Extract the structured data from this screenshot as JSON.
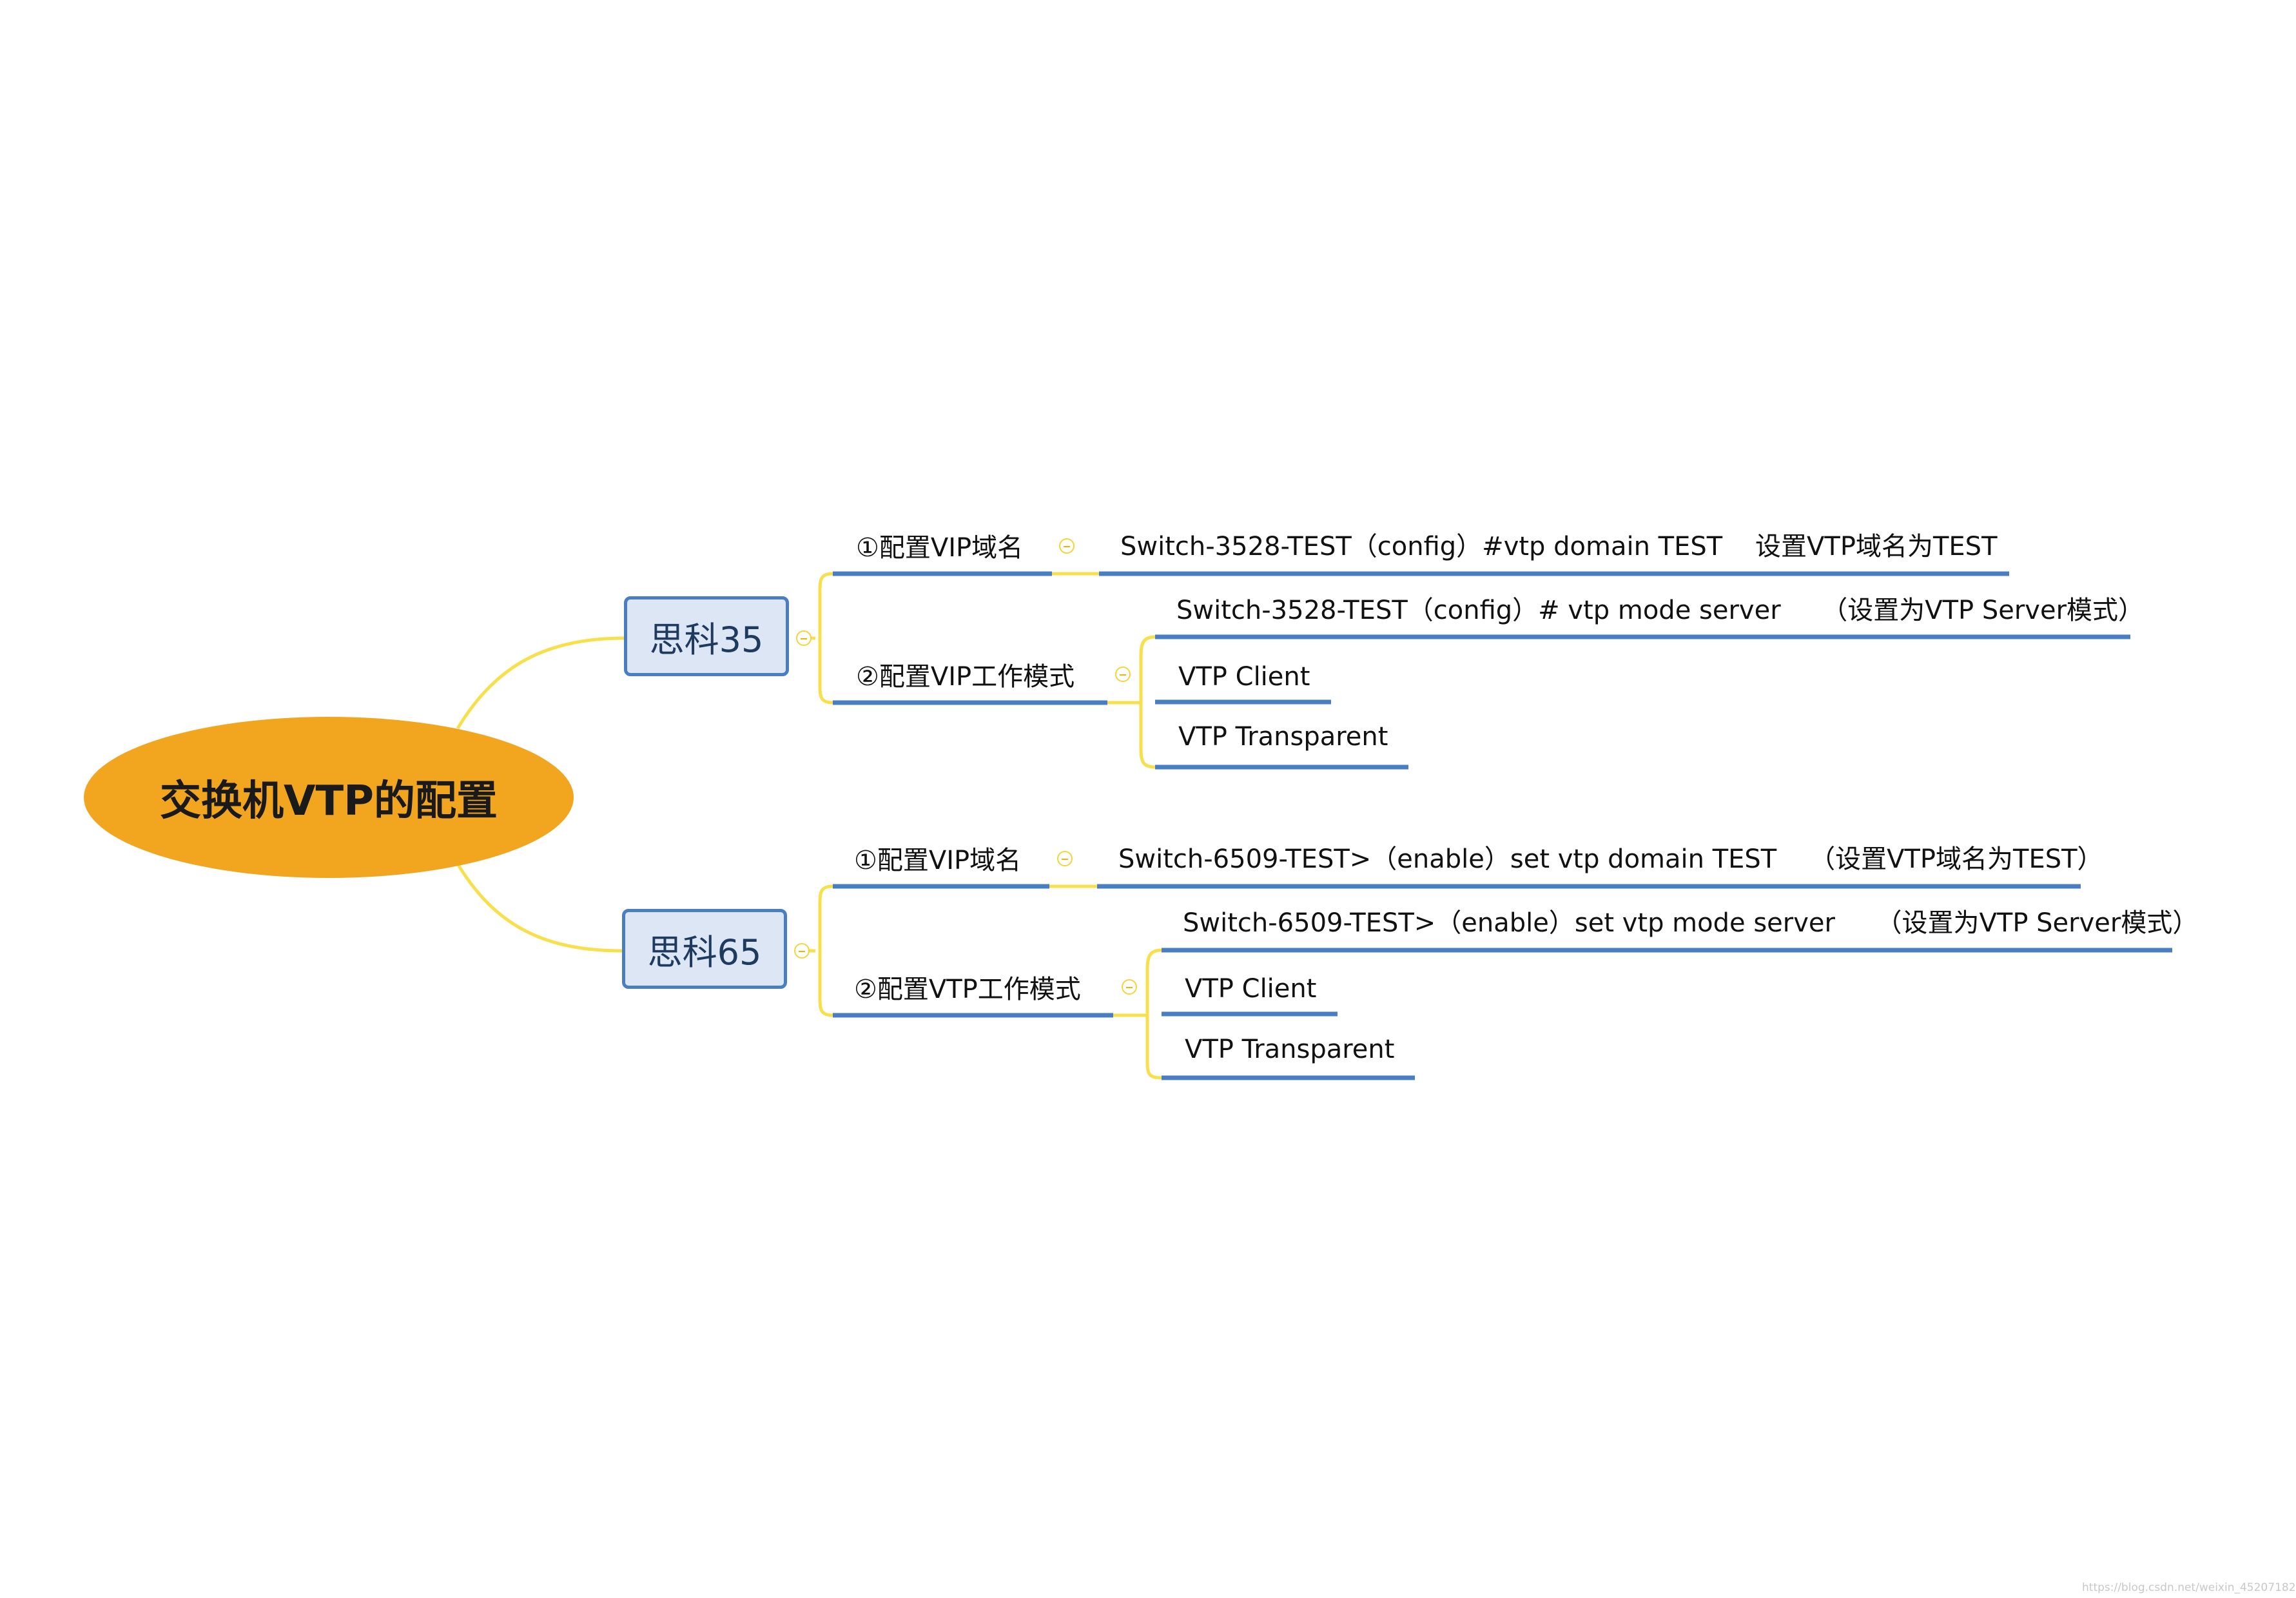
{
  "root": {
    "label": "交换机VTP的配置"
  },
  "branches": [
    {
      "label": "思科35",
      "children": [
        {
          "label": "①配置VIP域名",
          "leaves": [
            "Switch-3528-TEST（config）#vtp domain TEST    设置VTP域名为TEST"
          ]
        },
        {
          "label": "②配置VIP工作模式",
          "leaves": [
            "Switch-3528-TEST（config）# vtp mode server     （设置为VTP Server模式）",
            "VTP Client",
            "VTP Transparent"
          ]
        }
      ]
    },
    {
      "label": "思科65",
      "children": [
        {
          "label": "①配置VIP域名",
          "leaves": [
            "Switch-6509-TEST>（enable）set vtp domain TEST    （设置VTP域名为TEST）"
          ]
        },
        {
          "label": "②配置VTP工作模式",
          "leaves": [
            "Switch-6509-TEST>（enable）set vtp mode server     （设置为VTP Server模式）",
            "VTP Client",
            "VTP Transparent"
          ]
        }
      ]
    }
  ],
  "colors": {
    "root_fill": "#f2a51f",
    "branch_fill": "#dce6f4",
    "branch_border": "#4a7ec3",
    "connector": "#f7e04b",
    "underline": "#4a7ec3"
  },
  "icons": {
    "collapse": "collapse-minus-icon"
  },
  "watermark": "https://blog.csdn.net/weixin_45207182"
}
